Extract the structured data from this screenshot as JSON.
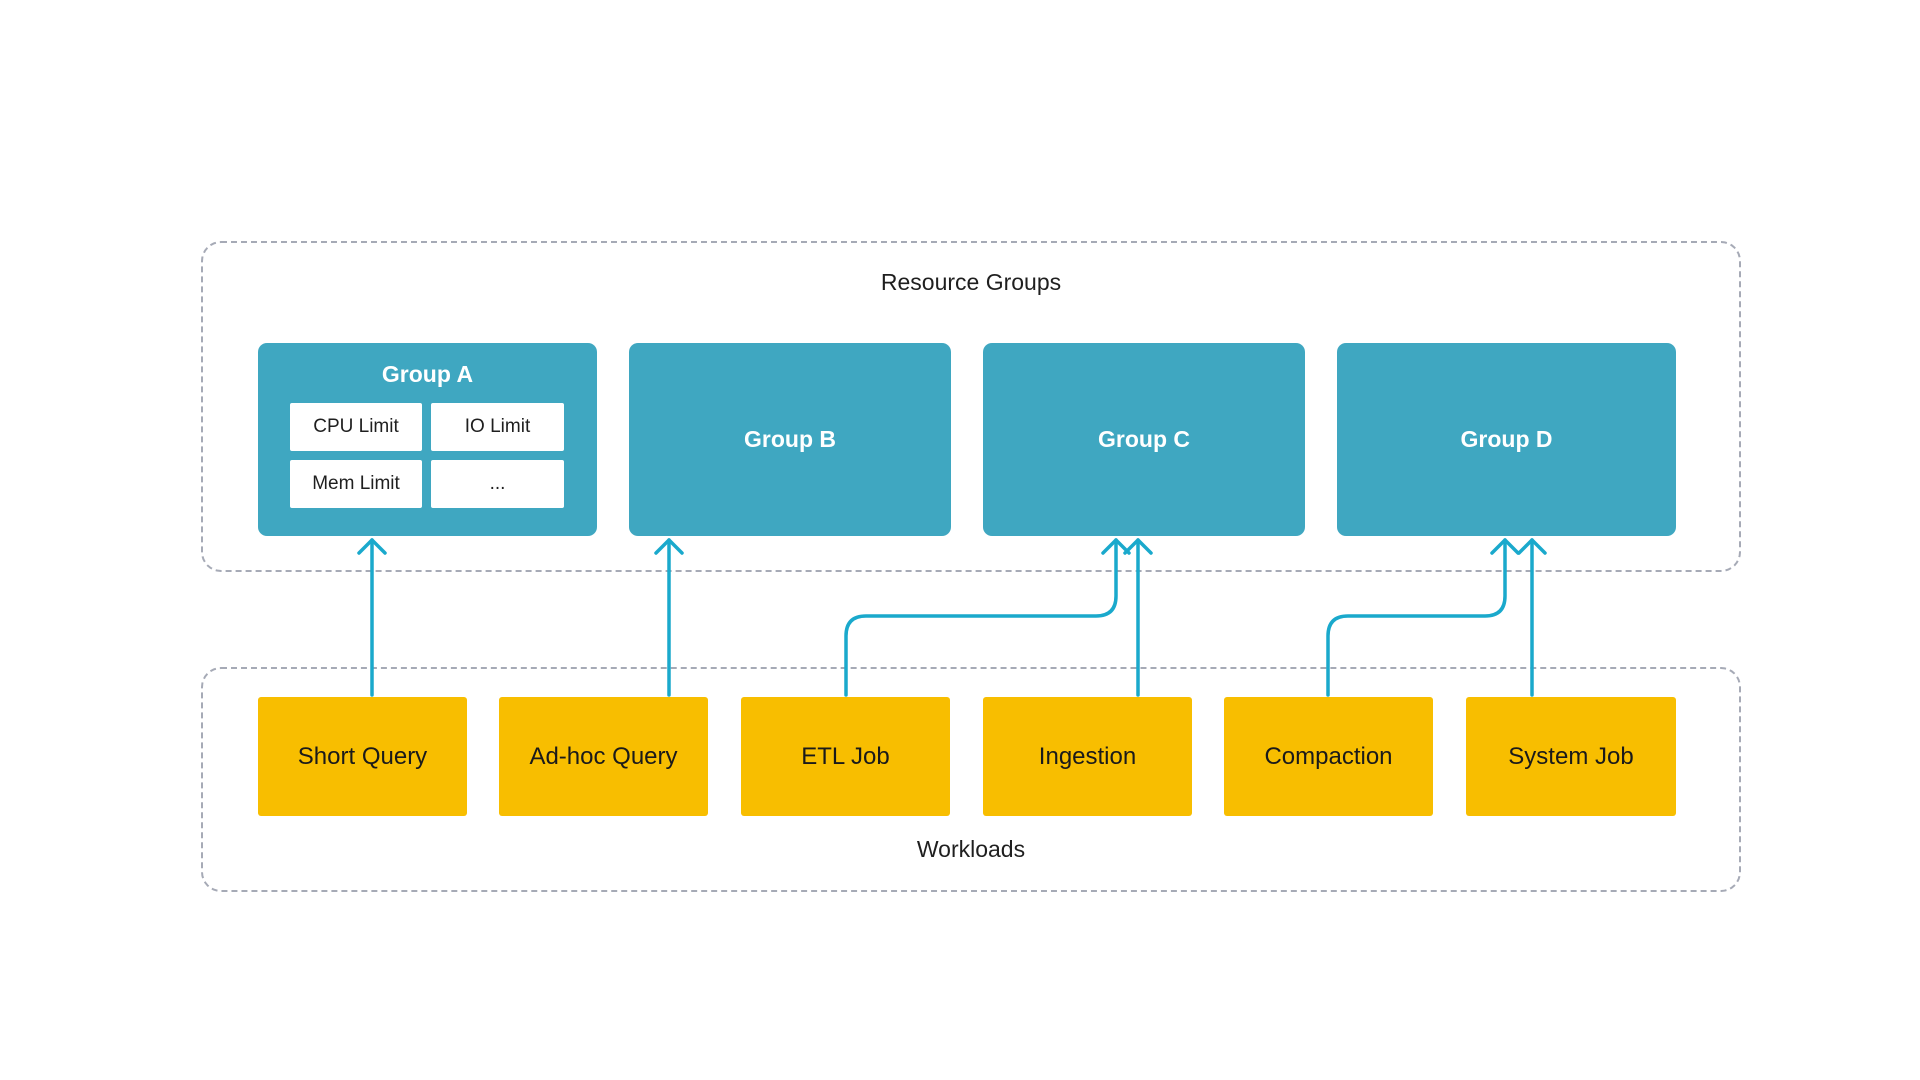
{
  "resource_groups": {
    "title": "Resource Groups",
    "group_a": {
      "label": "Group A",
      "limits": [
        "CPU Limit",
        "IO Limit",
        "Mem Limit",
        "..."
      ]
    },
    "group_b": {
      "label": "Group B"
    },
    "group_c": {
      "label": "Group C"
    },
    "group_d": {
      "label": "Group D"
    }
  },
  "workloads": {
    "title": "Workloads",
    "items": [
      "Short Query",
      "Ad-hoc Query",
      "ETL Job",
      "Ingestion",
      "Compaction",
      "System Job"
    ]
  },
  "colors": {
    "group_fill": "#3fa7c1",
    "workload_fill": "#f8be00",
    "arrow": "#1aa9cc",
    "region_border": "#a6aab6"
  },
  "connections": [
    {
      "from": "Short Query",
      "to": "Group A"
    },
    {
      "from": "Ad-hoc Query",
      "to": "Group B"
    },
    {
      "from": "ETL Job",
      "to": "Group C"
    },
    {
      "from": "Ingestion",
      "to": "Group C"
    },
    {
      "from": "Compaction",
      "to": "Group D"
    },
    {
      "from": "System Job",
      "to": "Group D"
    }
  ]
}
